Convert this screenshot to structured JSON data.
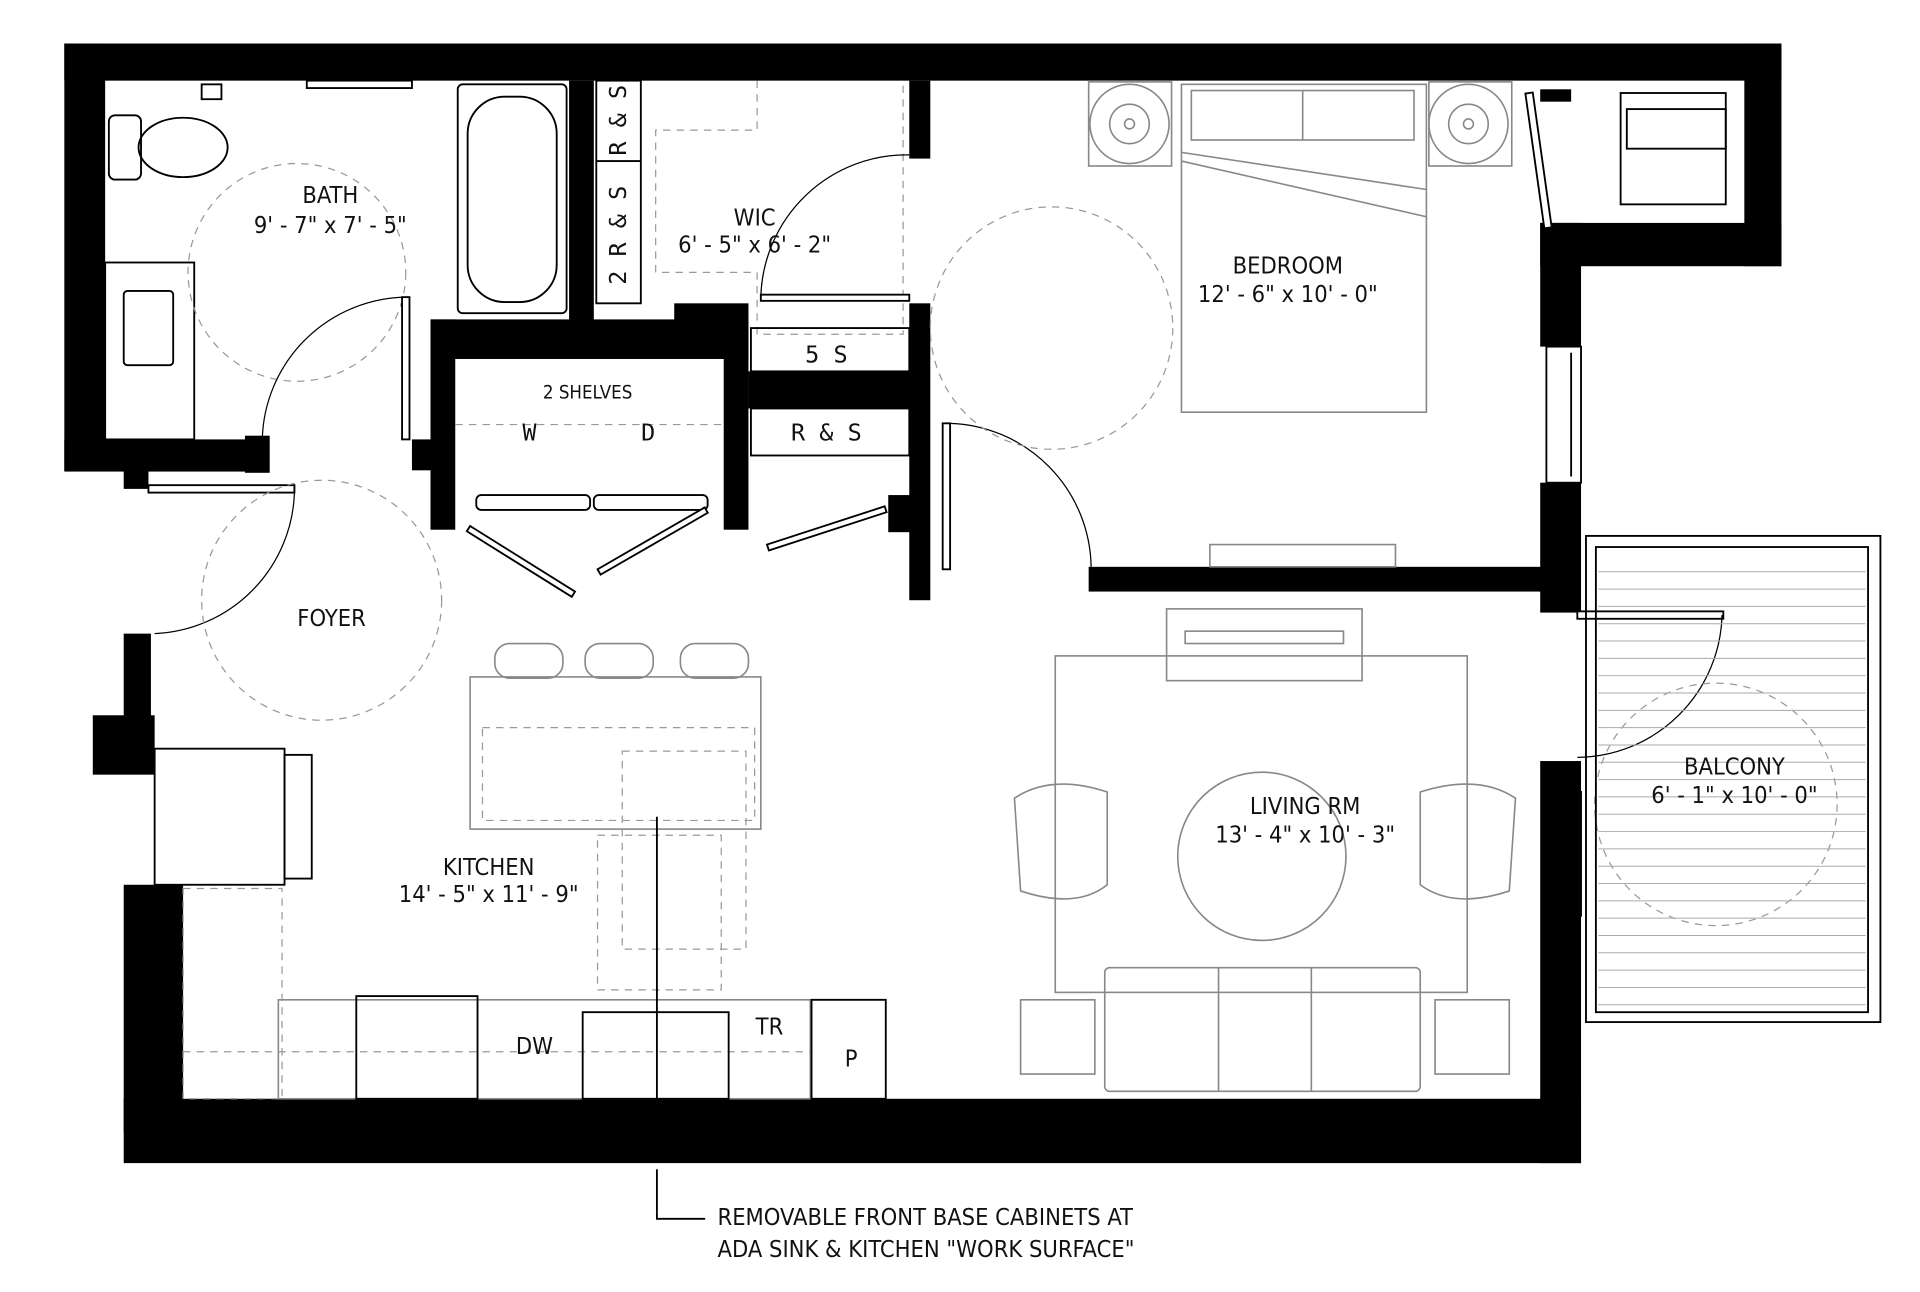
{
  "rooms": {
    "bath": {
      "name": "BATH",
      "size": "9' - 7\" x 7' - 5\""
    },
    "wic": {
      "name": "WIC",
      "size": "6' - 5\" x 6' - 2\""
    },
    "bedroom": {
      "name": "BEDROOM",
      "size": "12' - 6\" x 10' - 0\""
    },
    "foyer": {
      "name": "FOYER"
    },
    "kitchen": {
      "name": "KITCHEN",
      "size": "14' - 5\" x 11' - 9\""
    },
    "living": {
      "name": "LIVING RM",
      "size": "13' - 4\" x 10' - 3\""
    },
    "balcony": {
      "name": "BALCONY",
      "size": "6' - 1\" x 10' - 0\""
    }
  },
  "fixtures": {
    "laundry_shelves": "2 SHELVES",
    "washer": "W",
    "dryer": "D",
    "five_shelves": "5 S",
    "rod_shelf": "R & S",
    "wic_rod_shelf_upper": "R & S",
    "wic_rod_shelf_lower": "2 R & S",
    "dishwasher": "DW",
    "trash": "TR",
    "pantry": "P"
  },
  "note": {
    "line1": "REMOVABLE FRONT BASE CABINETS AT",
    "line2": "ADA SINK & KITCHEN \"WORK SURFACE\""
  }
}
